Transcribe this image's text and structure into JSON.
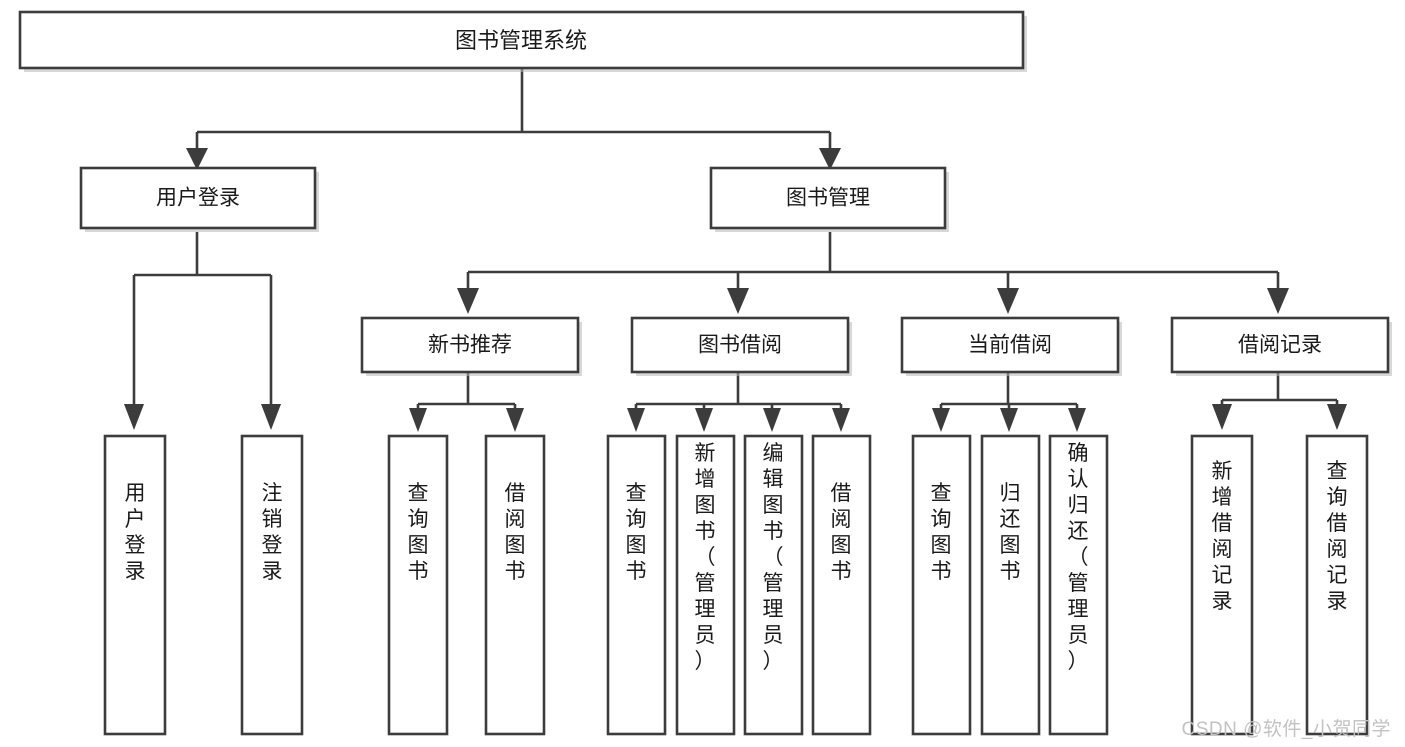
{
  "diagram": {
    "title": "图书管理系统",
    "type": "tree",
    "watermark": "CSDN @软件_小贺同学",
    "colors": {
      "box_fill": "#ffffff",
      "box_stroke": "#3c3c3c",
      "text": "#1a1a1a",
      "background": "#ffffff",
      "watermark": "#c2c2c2"
    },
    "levels": {
      "root": {
        "label": "图书管理系统"
      },
      "level2": [
        {
          "label": "用户登录"
        },
        {
          "label": "图书管理"
        }
      ],
      "level3": [
        {
          "label": "新书推荐"
        },
        {
          "label": "图书借阅"
        },
        {
          "label": "当前借阅"
        },
        {
          "label": "借阅记录"
        }
      ],
      "leaves": {
        "user_login": [
          {
            "label": "用户登录"
          },
          {
            "label": "注销登录"
          }
        ],
        "new_book_recommend": [
          {
            "label": "查询图书"
          },
          {
            "label": "借阅图书"
          }
        ],
        "book_borrow": [
          {
            "label": "查询图书"
          },
          {
            "label": "新增图书（管理员）"
          },
          {
            "label": "编辑图书（管理员）"
          },
          {
            "label": "借阅图书"
          }
        ],
        "current_borrow": [
          {
            "label": "查询图书"
          },
          {
            "label": "归还图书"
          },
          {
            "label": "确认归还（管理员）"
          }
        ],
        "borrow_record": [
          {
            "label": "新增借阅记录"
          },
          {
            "label": "查询借阅记录"
          }
        ]
      }
    }
  }
}
